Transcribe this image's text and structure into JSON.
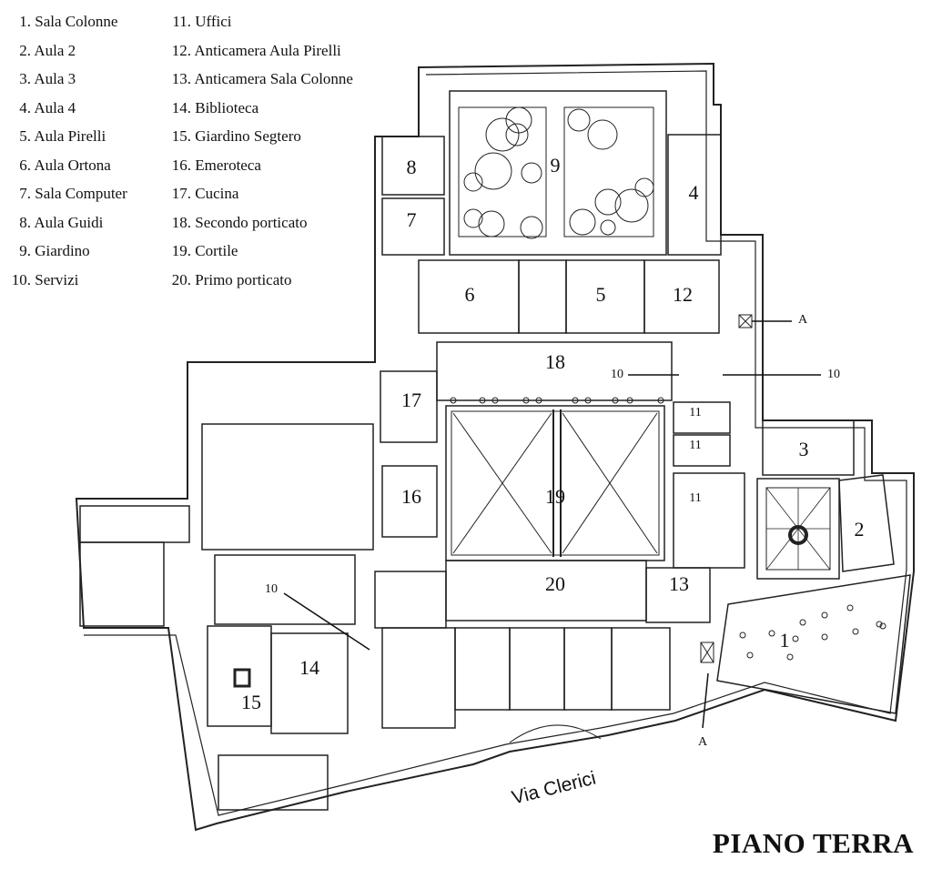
{
  "legend_left": [
    {
      "n": "1.",
      "name": "Sala Colonne"
    },
    {
      "n": "2.",
      "name": "Aula 2"
    },
    {
      "n": "3.",
      "name": "Aula 3"
    },
    {
      "n": "4.",
      "name": "Aula 4"
    },
    {
      "n": "5.",
      "name": "Aula Pirelli"
    },
    {
      "n": "6.",
      "name": "Aula Ortona"
    },
    {
      "n": "7.",
      "name": "Sala Computer"
    },
    {
      "n": "8.",
      "name": "Aula Guidi"
    },
    {
      "n": "9.",
      "name": "Giardino"
    },
    {
      "n": "10.",
      "name": "Servizi"
    }
  ],
  "legend_right": [
    {
      "n": "11.",
      "name": "Uffici"
    },
    {
      "n": "12.",
      "name": "Anticamera Aula Pirelli"
    },
    {
      "n": "13.",
      "name": "Anticamera Sala Colonne"
    },
    {
      "n": "14.",
      "name": "Biblioteca"
    },
    {
      "n": "15.",
      "name": "Giardino Segtero"
    },
    {
      "n": "16.",
      "name": "Emeroteca"
    },
    {
      "n": "17.",
      "name": "Cucina"
    },
    {
      "n": "18.",
      "name": "Secondo porticato"
    },
    {
      "n": "19.",
      "name": "Cortile"
    },
    {
      "n": "20.",
      "name": "Primo porticato"
    }
  ],
  "rooms": {
    "r1": "1",
    "r2": "2",
    "r3": "3",
    "r4": "4",
    "r5": "5",
    "r6": "6",
    "r7": "7",
    "r8": "8",
    "r9": "9",
    "r10a": "10",
    "r10b": "10",
    "r10c": "10",
    "r11a": "11",
    "r11b": "11",
    "r11c": "11",
    "r12": "12",
    "r13": "13",
    "r14": "14",
    "r15": "15",
    "r16": "16",
    "r17": "17",
    "r18": "18",
    "r19": "19",
    "r20": "20"
  },
  "section_marker": "A",
  "street": "Via Clerici",
  "title": "PIANO TERRA"
}
